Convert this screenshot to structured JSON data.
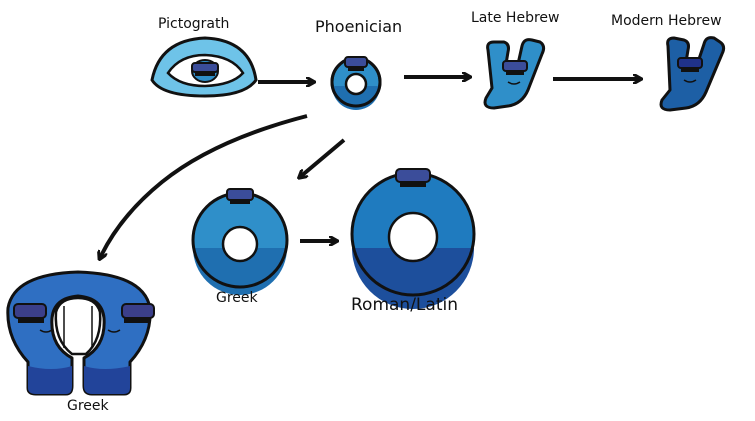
{
  "stages": {
    "pictograph": "Pictograth",
    "phoenician": "Phoenician",
    "late_hebrew": "Late Hebrew",
    "modern_hebrew": "Modern Hebrew",
    "greek_o": "Greek",
    "roman_latin": "Roman/Latin",
    "greek_omega": "Greek"
  },
  "colors": {
    "outline": "#111111",
    "light_blue": "#6ec3e8",
    "mid_blue": "#2f8fc9",
    "deep_blue": "#1f6fb0",
    "dark_blue": "#1d4f9c",
    "navy": "#20328a",
    "cap": "#3b4d9a"
  }
}
